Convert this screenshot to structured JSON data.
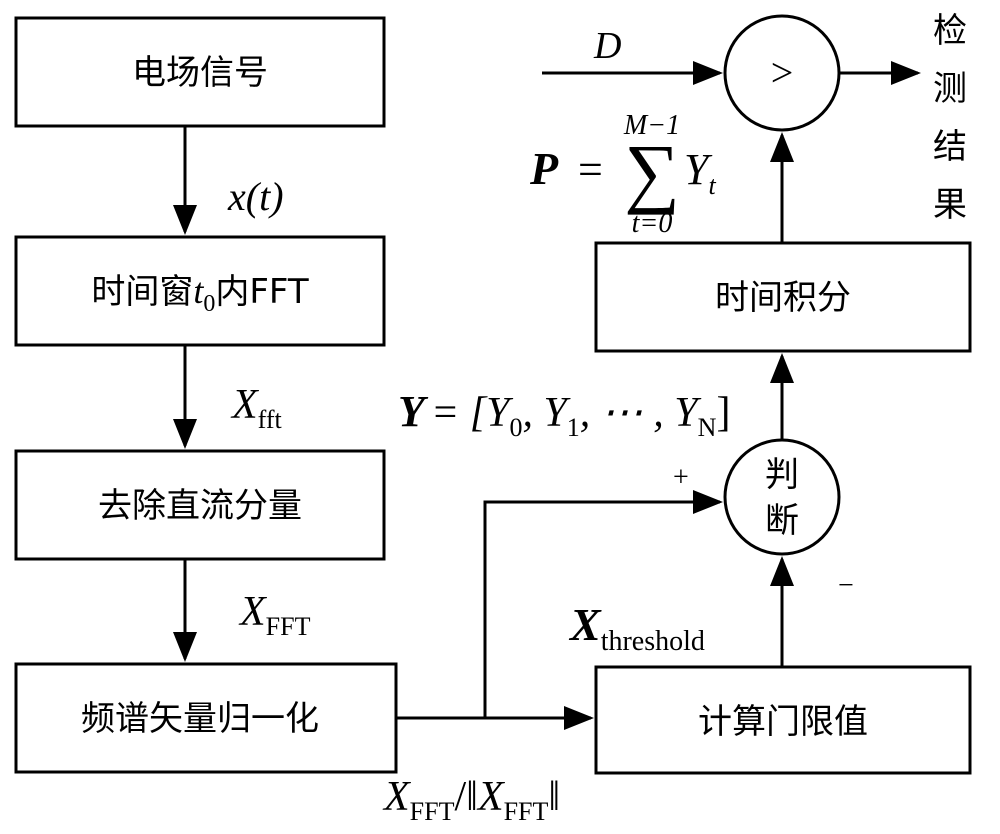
{
  "boxes": {
    "signal": "电场信号",
    "fft": "时间窗",
    "fft_sub": "0",
    "fft_suffix": "内FFT",
    "remove_dc": "去除直流分量",
    "normalize": "频谱矢量归一化",
    "threshold_calc": "计算门限值",
    "integrate": "时间积分"
  },
  "circles": {
    "compare_symbol": ">",
    "judge_top": "判",
    "judge_bottom": "断"
  },
  "labels": {
    "x_t": "x(t)",
    "x_fft_main": "X",
    "x_fft_sub": "fft",
    "x_FFT_main": "X",
    "x_FFT_sub": "FFT",
    "norm_main_1": "X",
    "norm_sub_1": "FFT",
    "norm_sep": "/‖",
    "norm_main_2": "X",
    "norm_sub_2": "FFT",
    "norm_end": "‖",
    "threshold_main": "X",
    "threshold_sub": "threshold",
    "plus": "+",
    "minus": "−",
    "D": "D",
    "result_chars": [
      "检",
      "测",
      "结",
      "果"
    ],
    "Y_eq": "Y",
    "Y_rhs_open": "= [Y",
    "Y0_sub": "0",
    "Y1_text": ", Y",
    "Y1_sub": "1",
    "Y_dots": ", ⋯ , Y",
    "YN_sub": "N",
    "Y_close": "]",
    "P_lhs": "P",
    "P_eq": "=",
    "sum_symbol": "∑",
    "sum_upper": "M−1",
    "sum_lower": "t=0",
    "sum_term": "Y",
    "sum_term_sub": "t"
  }
}
